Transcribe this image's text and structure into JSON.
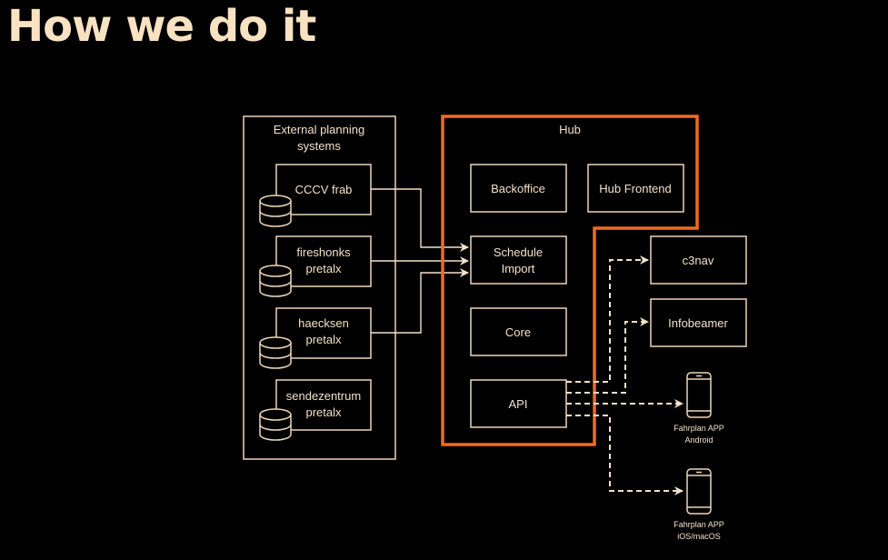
{
  "title": "How we do it",
  "colors": {
    "background": "#000000",
    "accent_hub": "#f26b1d",
    "line": "#eed6b8",
    "title": "#f9e2c2"
  },
  "external": {
    "title_line1": "External planning",
    "title_line2": "systems",
    "sources": [
      {
        "line1": "CCCV frab",
        "line2": ""
      },
      {
        "line1": "fireshonks",
        "line2": "pretalx"
      },
      {
        "line1": "haecksen",
        "line2": "pretalx"
      },
      {
        "line1": "sendezentrum",
        "line2": "pretalx"
      }
    ],
    "source_icon": "database-icon"
  },
  "hub": {
    "title": "Hub",
    "backoffice": "Backoffice",
    "frontend": "Hub Frontend",
    "schedule_line1": "Schedule",
    "schedule_line2": "Import",
    "core": "Core",
    "api": "API"
  },
  "consumers": {
    "c3nav": "c3nav",
    "infobeamer": "Infobeamer",
    "android_line1": "Fahrplan APP",
    "android_line2": "Android",
    "ios_line1": "Fahrplan APP",
    "ios_line2": "iOS/macOS",
    "phone_icon": "smartphone-icon"
  }
}
